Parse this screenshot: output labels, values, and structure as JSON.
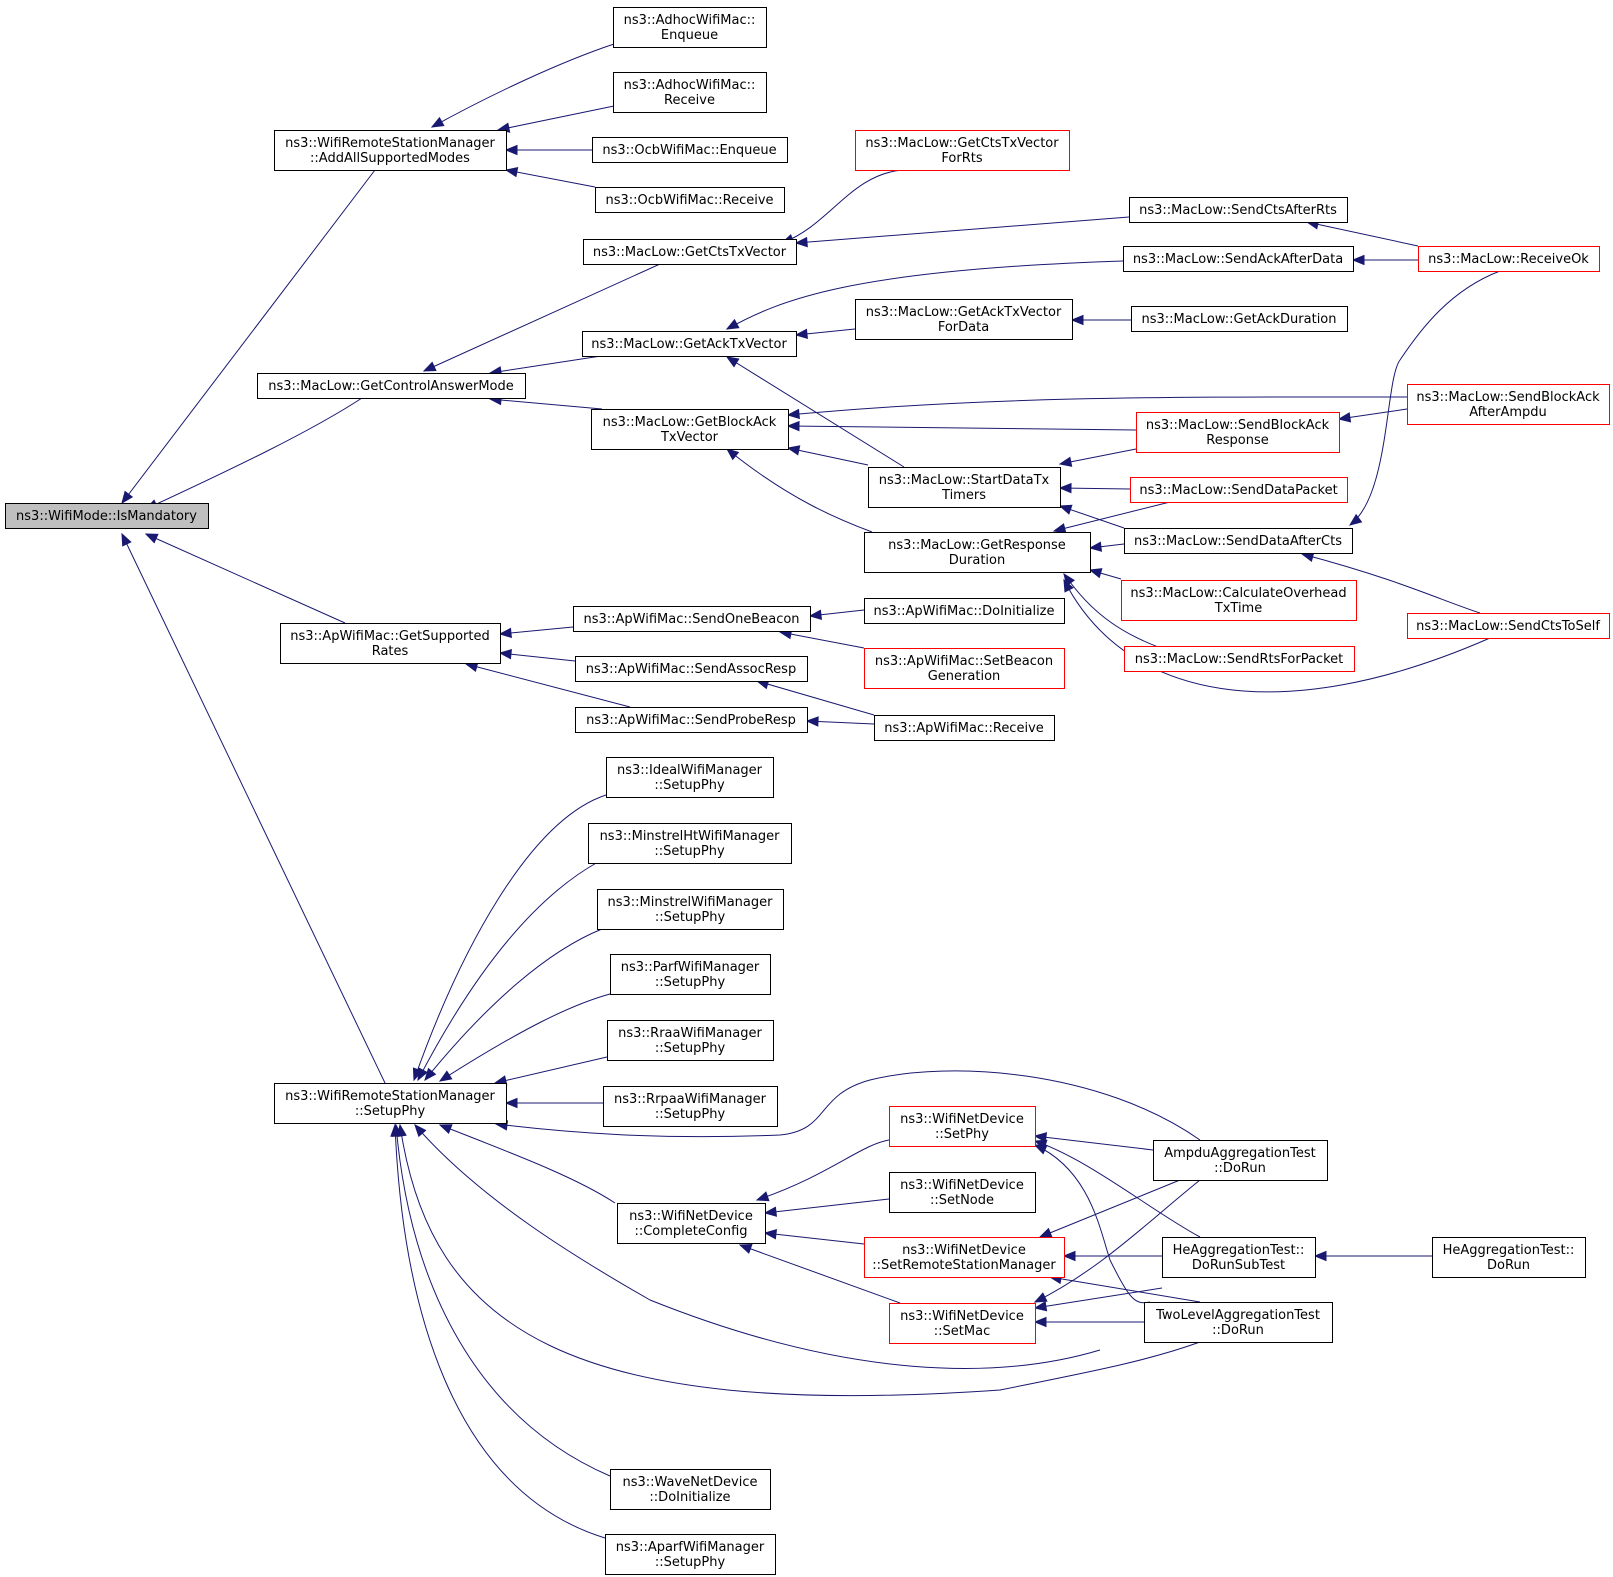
{
  "colors": {
    "edge": "#191970",
    "node_border": "#000000",
    "node_border_incomplete": "#ff0000",
    "root_fill": "#bfbfbf"
  },
  "nodes": [
    {
      "id": "root",
      "lines": [
        "ns3::WifiMode::IsMandatory"
      ],
      "style": "root"
    },
    {
      "id": "addall",
      "lines": [
        "ns3::WifiRemoteStationManager",
        "::AddAllSupportedModes"
      ],
      "style": "normal"
    },
    {
      "id": "adhoc_enq",
      "lines": [
        "ns3::AdhocWifiMac::",
        "Enqueue"
      ],
      "style": "normal"
    },
    {
      "id": "adhoc_rcv",
      "lines": [
        "ns3::AdhocWifiMac::",
        "Receive"
      ],
      "style": "normal"
    },
    {
      "id": "ocb_enq",
      "lines": [
        "ns3::OcbWifiMac::Enqueue"
      ],
      "style": "normal"
    },
    {
      "id": "ocb_rcv",
      "lines": [
        "ns3::OcbWifiMac::Receive"
      ],
      "style": "normal"
    },
    {
      "id": "getcontrol",
      "lines": [
        "ns3::MacLow::GetControlAnswerMode"
      ],
      "style": "normal"
    },
    {
      "id": "getcts",
      "lines": [
        "ns3::MacLow::GetCtsTxVector"
      ],
      "style": "normal"
    },
    {
      "id": "getctsrts",
      "lines": [
        "ns3::MacLow::GetCtsTxVector",
        "ForRts"
      ],
      "style": "red"
    },
    {
      "id": "sendctsafterrts",
      "lines": [
        "ns3::MacLow::SendCtsAfterRts"
      ],
      "style": "normal"
    },
    {
      "id": "receiveok",
      "lines": [
        "ns3::MacLow::ReceiveOk"
      ],
      "style": "red"
    },
    {
      "id": "sendackafterdata",
      "lines": [
        "ns3::MacLow::SendAckAfterData"
      ],
      "style": "normal"
    },
    {
      "id": "getack",
      "lines": [
        "ns3::MacLow::GetAckTxVector"
      ],
      "style": "normal"
    },
    {
      "id": "getackdata",
      "lines": [
        "ns3::MacLow::GetAckTxVector",
        "ForData"
      ],
      "style": "normal"
    },
    {
      "id": "getackdur",
      "lines": [
        "ns3::MacLow::GetAckDuration"
      ],
      "style": "normal"
    },
    {
      "id": "getblockack",
      "lines": [
        "ns3::MacLow::GetBlockAck",
        "TxVector"
      ],
      "style": "normal"
    },
    {
      "id": "sendbaafterampdu",
      "lines": [
        "ns3::MacLow::SendBlockAck",
        "AfterAmpdu"
      ],
      "style": "red"
    },
    {
      "id": "sendbaresp",
      "lines": [
        "ns3::MacLow::SendBlockAck",
        "Response"
      ],
      "style": "red"
    },
    {
      "id": "startdatatx",
      "lines": [
        "ns3::MacLow::StartDataTx",
        "Timers"
      ],
      "style": "normal"
    },
    {
      "id": "senddatapacket",
      "lines": [
        "ns3::MacLow::SendDataPacket"
      ],
      "style": "red"
    },
    {
      "id": "getresp",
      "lines": [
        "ns3::MacLow::GetResponse",
        "Duration"
      ],
      "style": "normal"
    },
    {
      "id": "senddataaftercts",
      "lines": [
        "ns3::MacLow::SendDataAfterCts"
      ],
      "style": "normal"
    },
    {
      "id": "calcoverhead",
      "lines": [
        "ns3::MacLow::CalculateOverhead",
        "TxTime"
      ],
      "style": "red"
    },
    {
      "id": "sendctstoself",
      "lines": [
        "ns3::MacLow::SendCtsToSelf"
      ],
      "style": "red"
    },
    {
      "id": "sendrts",
      "lines": [
        "ns3::MacLow::SendRtsForPacket"
      ],
      "style": "red"
    },
    {
      "id": "getsupported",
      "lines": [
        "ns3::ApWifiMac::GetSupported",
        "Rates"
      ],
      "style": "normal"
    },
    {
      "id": "sendonebeacon",
      "lines": [
        "ns3::ApWifiMac::SendOneBeacon"
      ],
      "style": "normal"
    },
    {
      "id": "apdoinit",
      "lines": [
        "ns3::ApWifiMac::DoInitialize"
      ],
      "style": "normal"
    },
    {
      "id": "setbeacon",
      "lines": [
        "ns3::ApWifiMac::SetBeacon",
        "Generation"
      ],
      "style": "red"
    },
    {
      "id": "sendassoc",
      "lines": [
        "ns3::ApWifiMac::SendAssocResp"
      ],
      "style": "normal"
    },
    {
      "id": "sendprobe",
      "lines": [
        "ns3::ApWifiMac::SendProbeResp"
      ],
      "style": "normal"
    },
    {
      "id": "aprcv",
      "lines": [
        "ns3::ApWifiMac::Receive"
      ],
      "style": "normal"
    },
    {
      "id": "setupphy",
      "lines": [
        "ns3::WifiRemoteStationManager",
        "::SetupPhy"
      ],
      "style": "normal"
    },
    {
      "id": "ideal",
      "lines": [
        "ns3::IdealWifiManager",
        "::SetupPhy"
      ],
      "style": "normal"
    },
    {
      "id": "minstrelht",
      "lines": [
        "ns3::MinstrelHtWifiManager",
        "::SetupPhy"
      ],
      "style": "normal"
    },
    {
      "id": "minstrel",
      "lines": [
        "ns3::MinstrelWifiManager",
        "::SetupPhy"
      ],
      "style": "normal"
    },
    {
      "id": "parf",
      "lines": [
        "ns3::ParfWifiManager",
        "::SetupPhy"
      ],
      "style": "normal"
    },
    {
      "id": "rraa",
      "lines": [
        "ns3::RraaWifiManager",
        "::SetupPhy"
      ],
      "style": "normal"
    },
    {
      "id": "rrpaa",
      "lines": [
        "ns3::RrpaaWifiManager",
        "::SetupPhy"
      ],
      "style": "normal"
    },
    {
      "id": "setphy",
      "lines": [
        "ns3::WifiNetDevice",
        "::SetPhy"
      ],
      "style": "red"
    },
    {
      "id": "setnode",
      "lines": [
        "ns3::WifiNetDevice",
        "::SetNode"
      ],
      "style": "normal"
    },
    {
      "id": "completeconfig",
      "lines": [
        "ns3::WifiNetDevice",
        "::CompleteConfig"
      ],
      "style": "normal"
    },
    {
      "id": "setrsm",
      "lines": [
        "ns3::WifiNetDevice",
        "::SetRemoteStationManager"
      ],
      "style": "red"
    },
    {
      "id": "setmac",
      "lines": [
        "ns3::WifiNetDevice",
        "::SetMac"
      ],
      "style": "red"
    },
    {
      "id": "ampdu",
      "lines": [
        "AmpduAggregationTest",
        "::DoRun"
      ],
      "style": "normal"
    },
    {
      "id": "hesub",
      "lines": [
        "HeAggregationTest::",
        "DoRunSubTest"
      ],
      "style": "normal"
    },
    {
      "id": "hedorun",
      "lines": [
        "HeAggregationTest::",
        "DoRun"
      ],
      "style": "normal"
    },
    {
      "id": "twolevel",
      "lines": [
        "TwoLevelAggregationTest",
        "::DoRun"
      ],
      "style": "normal"
    },
    {
      "id": "wave",
      "lines": [
        "ns3::WaveNetDevice",
        "::DoInitialize"
      ],
      "style": "normal"
    },
    {
      "id": "aparf",
      "lines": [
        "ns3::AparfWifiManager",
        "::SetupPhy"
      ],
      "style": "normal"
    }
  ]
}
